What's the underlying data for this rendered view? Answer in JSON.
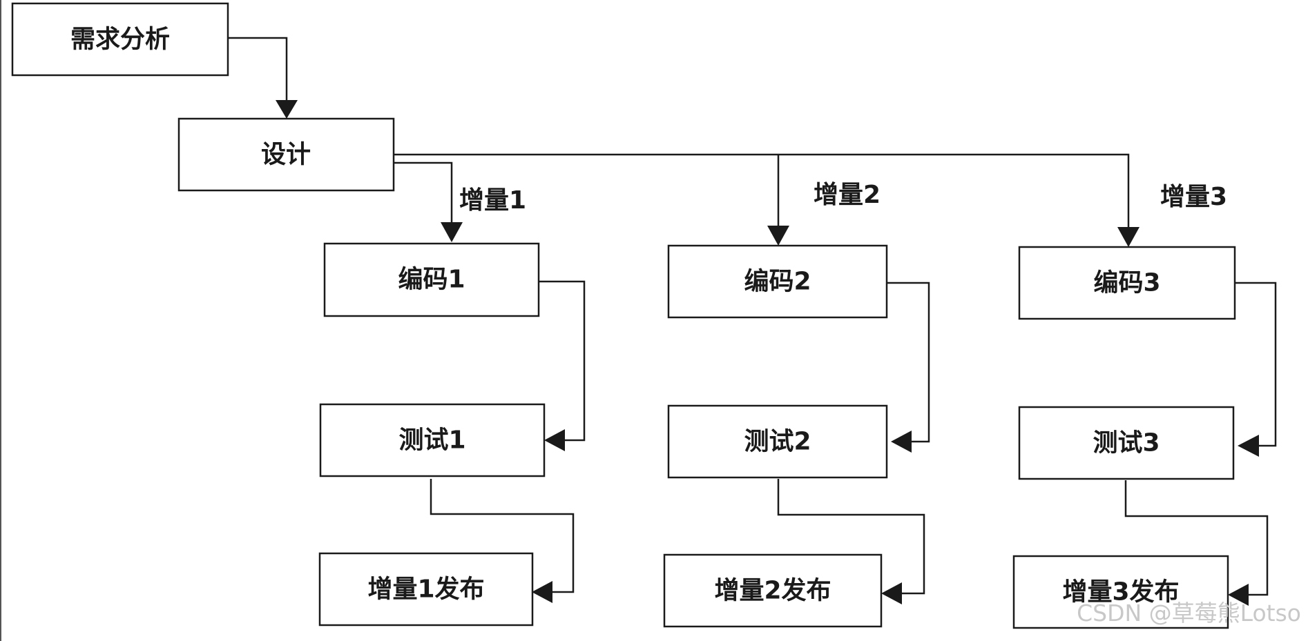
{
  "diagram": {
    "nodes": {
      "requirements": "需求分析",
      "design": "设计",
      "code1": "编码1",
      "code2": "编码2",
      "code3": "编码3",
      "test1": "测试1",
      "test2": "测试2",
      "test3": "测试3",
      "release1": "增量1发布",
      "release2": "增量2发布",
      "release3": "增量3发布"
    },
    "labels": {
      "increment1": "增量1",
      "increment2": "增量2",
      "increment3": "增量3"
    },
    "edges": [
      {
        "from": "requirements",
        "to": "design"
      },
      {
        "from": "design",
        "to": "code1"
      },
      {
        "from": "design",
        "to": "code2"
      },
      {
        "from": "design",
        "to": "code3"
      },
      {
        "from": "code1",
        "to": "test1"
      },
      {
        "from": "code2",
        "to": "test2"
      },
      {
        "from": "code3",
        "to": "test3"
      },
      {
        "from": "test1",
        "to": "release1"
      },
      {
        "from": "test2",
        "to": "release2"
      },
      {
        "from": "test3",
        "to": "release3"
      }
    ]
  },
  "watermark": "CSDN @草莓熊Lotso"
}
